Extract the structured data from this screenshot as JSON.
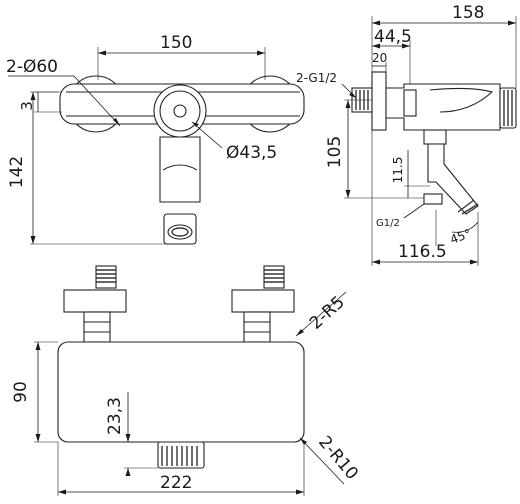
{
  "front_view": {
    "width": "150",
    "connectors": "2-Ø60",
    "offset": "3",
    "height": "142",
    "outlet_diameter": "Ø43,5"
  },
  "side_view": {
    "total_depth": "158",
    "inlet_depth": "44,5",
    "inlet_offset": "20",
    "inlet_thread": "2-G1/2",
    "spout_height": "105",
    "spout_offset": "11.5",
    "outlet_thread": "G1/2",
    "spout_depth": "116.5",
    "spout_angle": "45°"
  },
  "top_view": {
    "edge_radius": "2-R5",
    "body_depth": "90",
    "outlet_offset": "23,3",
    "corner_radius": "2-R10",
    "body_width": "222"
  }
}
